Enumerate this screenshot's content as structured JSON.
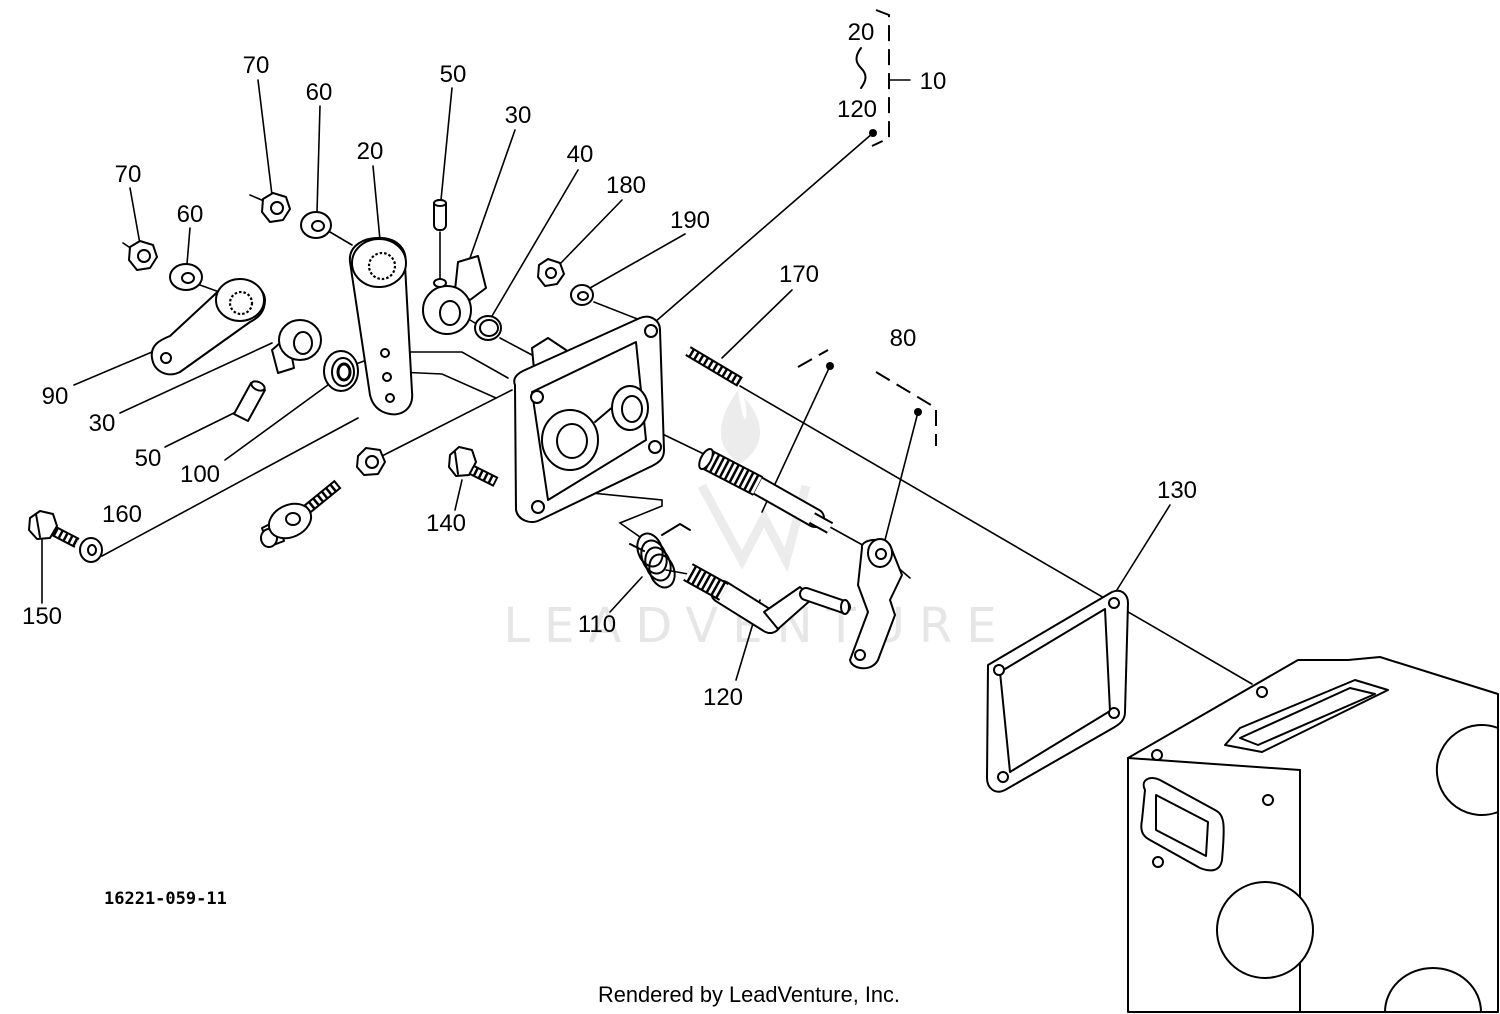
{
  "diagram": {
    "callouts": [
      "20",
      "120",
      "10",
      "70",
      "60",
      "20",
      "50",
      "30",
      "40",
      "180",
      "190",
      "70",
      "60",
      "170",
      "80",
      "90",
      "30",
      "50",
      "100",
      "160",
      "150",
      "140",
      "110",
      "120",
      "130"
    ],
    "figure_id": "16221-059-11",
    "credit": "Rendered by LeadVenture, Inc.",
    "watermark": "LEADVENTURE"
  }
}
